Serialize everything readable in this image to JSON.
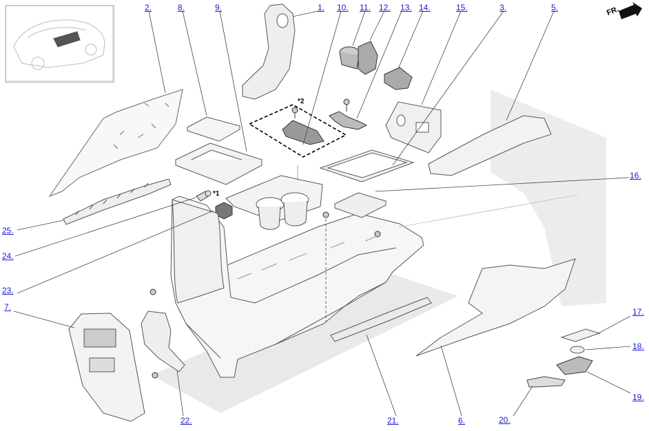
{
  "diagram": {
    "direction_label": "FR.",
    "callout_markers": [
      "*1",
      "*2"
    ],
    "labels": [
      {
        "id": "l1",
        "text": "1."
      },
      {
        "id": "l10",
        "text": "10."
      },
      {
        "id": "l11",
        "text": "11."
      },
      {
        "id": "l12",
        "text": "12."
      },
      {
        "id": "l13",
        "text": "13."
      },
      {
        "id": "l14",
        "text": "14."
      },
      {
        "id": "l15",
        "text": "15."
      },
      {
        "id": "l3",
        "text": "3."
      },
      {
        "id": "l5",
        "text": "5."
      },
      {
        "id": "l2",
        "text": "2."
      },
      {
        "id": "l8",
        "text": "8."
      },
      {
        "id": "l9",
        "text": "9."
      },
      {
        "id": "l16",
        "text": "16."
      },
      {
        "id": "l25",
        "text": "25."
      },
      {
        "id": "l24",
        "text": "24."
      },
      {
        "id": "l23",
        "text": "23."
      },
      {
        "id": "l7",
        "text": "7."
      },
      {
        "id": "l17",
        "text": "17."
      },
      {
        "id": "l18",
        "text": "18."
      },
      {
        "id": "l19",
        "text": "19."
      },
      {
        "id": "l20",
        "text": "20."
      },
      {
        "id": "l6",
        "text": "6."
      },
      {
        "id": "l21",
        "text": "21."
      },
      {
        "id": "l22",
        "text": "22."
      }
    ]
  }
}
